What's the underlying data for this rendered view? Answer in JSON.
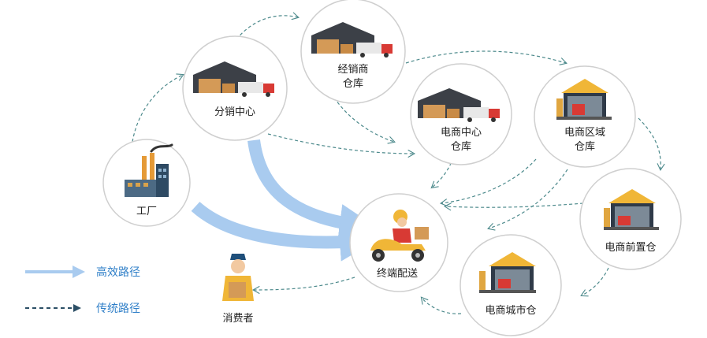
{
  "nodes": {
    "distribution_center": {
      "label": "分销中心"
    },
    "dealer_warehouse": {
      "line1": "经销商",
      "line2": "仓库"
    },
    "ecommerce_center_warehouse": {
      "line1": "电商中心",
      "line2": "仓库"
    },
    "ecommerce_regional_warehouse": {
      "line1": "电商区域",
      "line2": "仓库"
    },
    "factory": {
      "label": "工厂"
    },
    "terminal_delivery": {
      "label": "终端配送"
    },
    "ecommerce_front_warehouse": {
      "label": "电商前置仓"
    },
    "ecommerce_city_warehouse": {
      "label": "电商城市仓"
    },
    "consumer": {
      "label": "消费者"
    }
  },
  "legend": {
    "efficient_path": "高效路径",
    "traditional_path": "传统路径"
  },
  "colors": {
    "efficient": "#a9cbef",
    "traditional": "#4d8a8c",
    "circle_stroke": "#cfcfcf",
    "legend_text": "#2f7fc8"
  }
}
